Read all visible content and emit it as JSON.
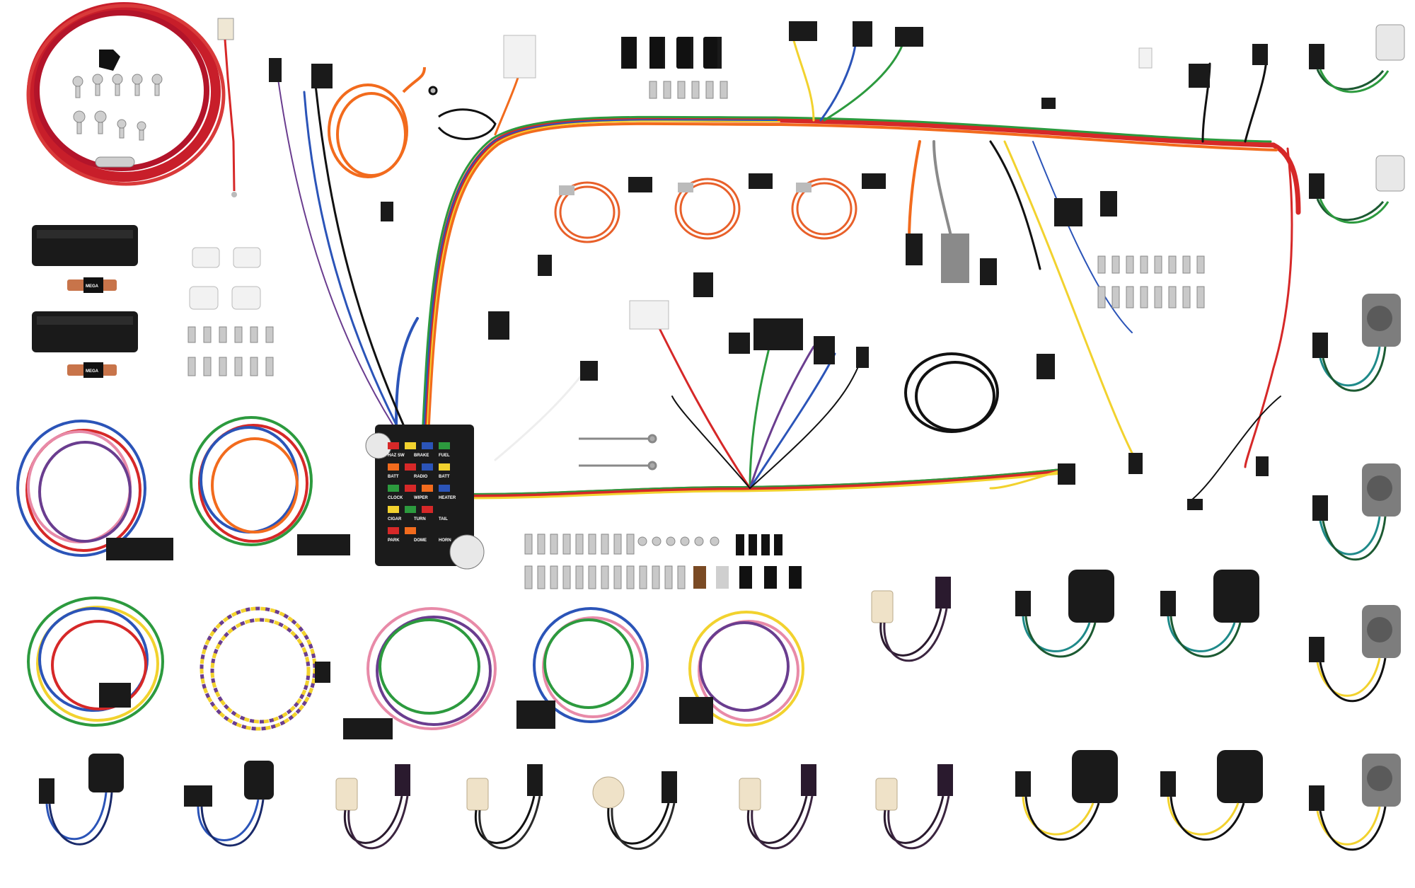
{
  "photo": {
    "background": "#ffffff",
    "fuse_panel_labels": [
      "HAZ SW",
      "BRAKE",
      "FUEL",
      "BATT",
      "RADIO",
      "BATT",
      "CLOCK",
      "WIPER",
      "HEATER",
      "CIGAR",
      "TURN",
      "TAIL",
      "PARK",
      "DOME",
      "HORN"
    ],
    "mega_fuse_label": "MEGA",
    "wire_colors": {
      "red": "#d62828",
      "orange": "#f26b1d",
      "yellow": "#f2d22e",
      "green": "#2c9a3e",
      "blue": "#2b54b8",
      "purple": "#6a3d8f",
      "pink": "#e88aa8",
      "black": "#111111",
      "white": "#eeeeee",
      "brown": "#7a4a24",
      "gray": "#8a8a8a",
      "teal": "#1f8a8a",
      "darkgreen": "#1c5a32",
      "violet": "#8e5cc2"
    },
    "component_color": "#1a1a1a",
    "socket_gray": "#7d7d7d",
    "bulb_beige": "#efe2c8",
    "terminal_silver": "#c9c9c9",
    "copper": "#c8744a"
  }
}
